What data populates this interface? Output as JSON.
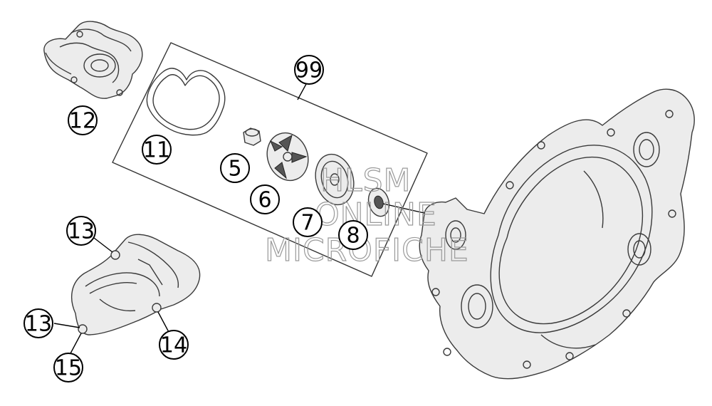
{
  "callouts": [
    {
      "id": "12",
      "label": "12"
    },
    {
      "id": "11",
      "label": "11"
    },
    {
      "id": "99",
      "label": "99"
    },
    {
      "id": "5",
      "label": "5"
    },
    {
      "id": "6",
      "label": "6"
    },
    {
      "id": "7",
      "label": "7"
    },
    {
      "id": "8",
      "label": "8"
    },
    {
      "id": "13a",
      "label": "13"
    },
    {
      "id": "13b",
      "label": "13"
    },
    {
      "id": "14",
      "label": "14"
    },
    {
      "id": "15",
      "label": "15"
    }
  ],
  "watermark": {
    "line1": "HLSM",
    "line2": "ONLINE",
    "line3": "MICROFICHE"
  }
}
